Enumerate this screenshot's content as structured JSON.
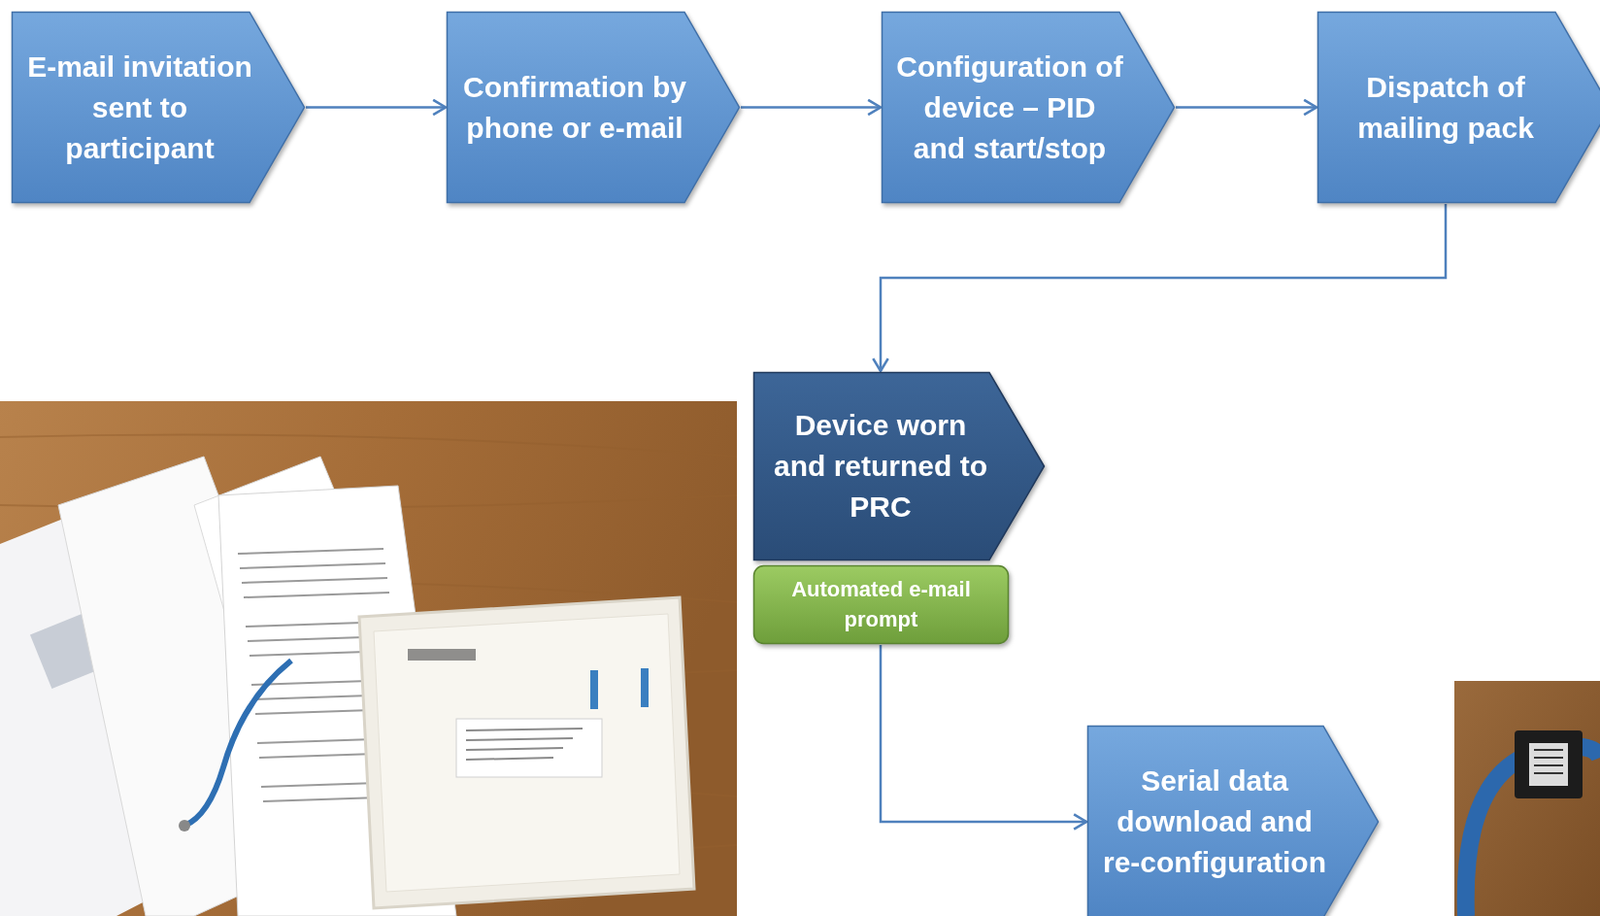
{
  "diagram": {
    "nodes": [
      {
        "text": [
          "E-mail invitation sent to participant"
        ]
      },
      {
        "text": [
          "Confirmation by phone or e-mail"
        ]
      },
      {
        "text": [
          "Configuration of device – PID and start/stop"
        ]
      },
      {
        "text": [
          "Dispatch of mailing pack"
        ]
      },
      {
        "text": [
          "Device worn and returned to PRC"
        ]
      },
      {
        "text": [
          "Automated e-mail prompt"
        ]
      },
      {
        "text": [
          "Serial data download and re-configuration"
        ]
      }
    ],
    "edges": [
      {
        "from": 0,
        "to": 1,
        "arrow": "to"
      },
      {
        "from": 1,
        "to": 2,
        "arrow": "to"
      },
      {
        "from": 2,
        "to": 3,
        "arrow": "to"
      },
      {
        "from": 3,
        "to": 4,
        "arrow": "to"
      },
      {
        "from": 5,
        "to": 6,
        "arrow": "to"
      }
    ]
  }
}
